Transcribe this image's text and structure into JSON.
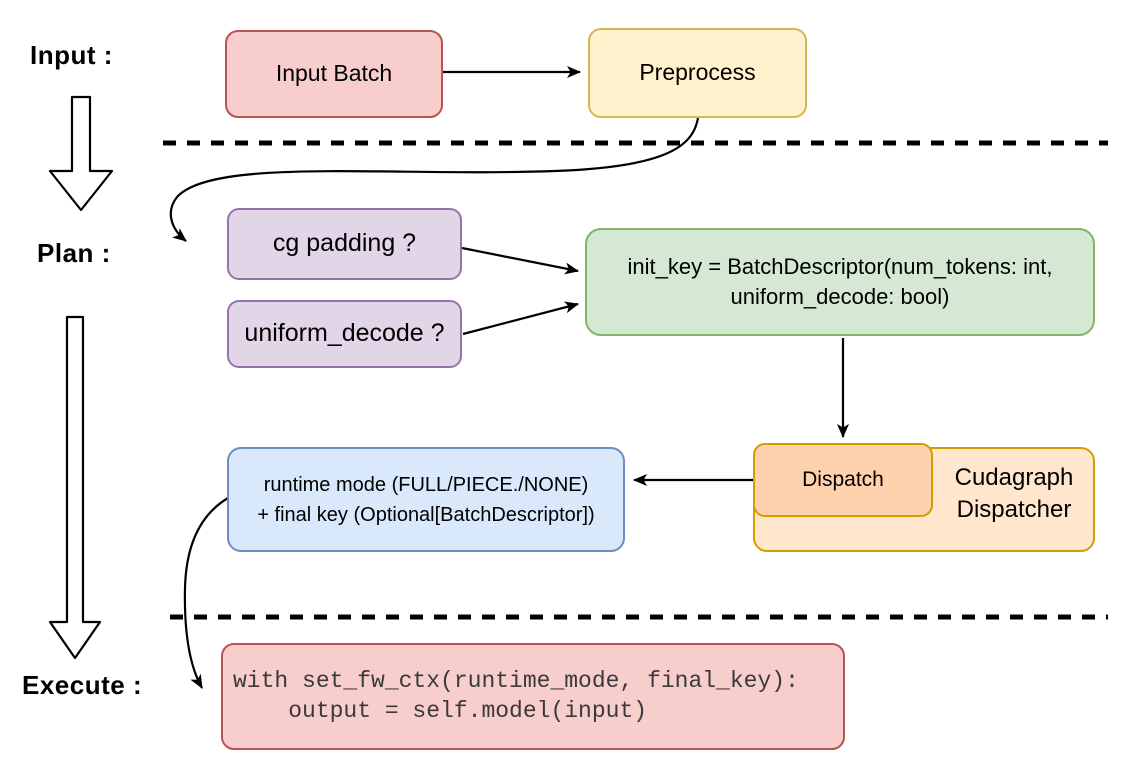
{
  "diagram": {
    "title_hint": "Cudagraph dispatch pipeline flowchart",
    "stage_labels": {
      "input": "Input :",
      "plan": "Plan :",
      "execute": "Execute :"
    },
    "nodes": {
      "input_batch": {
        "label": "Input Batch"
      },
      "preprocess": {
        "label": "Preprocess"
      },
      "cg_padding": {
        "label": "cg padding ?"
      },
      "uniform_decode": {
        "label": "uniform_decode ?"
      },
      "init_key": {
        "line1": "init_key = BatchDescriptor(num_tokens: int,",
        "line2": "uniform_decode: bool)"
      },
      "runtime_mode": {
        "line1": "runtime mode (FULL/PIECE./NONE)",
        "line2": "+ final key (Optional[BatchDescriptor])"
      },
      "dispatch": {
        "label": "Dispatch"
      },
      "cudagraph_dispatcher": {
        "line1": "Cudagraph",
        "line2": "Dispatcher"
      },
      "execute_code": {
        "line1": "with set_fw_ctx(runtime_mode, final_key):",
        "line2": "    output = self.model(input)"
      }
    },
    "colors": {
      "red_fill": "#f8cecc",
      "red_stroke": "#b85450",
      "yellow_fill": "#fff2cc",
      "yellow_stroke": "#d6b656",
      "purple_fill": "#e1d5e7",
      "purple_stroke": "#9673a6",
      "green_fill": "#d5e8d4",
      "green_stroke": "#82b366",
      "blue_fill": "#dae8fc",
      "blue_stroke": "#6c8ebf",
      "orange_fill": "#ffe6cc",
      "orange_stroke": "#d79b00",
      "peach_fill": "#ffd2ae",
      "edge_color": "#000000",
      "text_color": "#000000",
      "code_text": "#3a3a3a"
    }
  }
}
